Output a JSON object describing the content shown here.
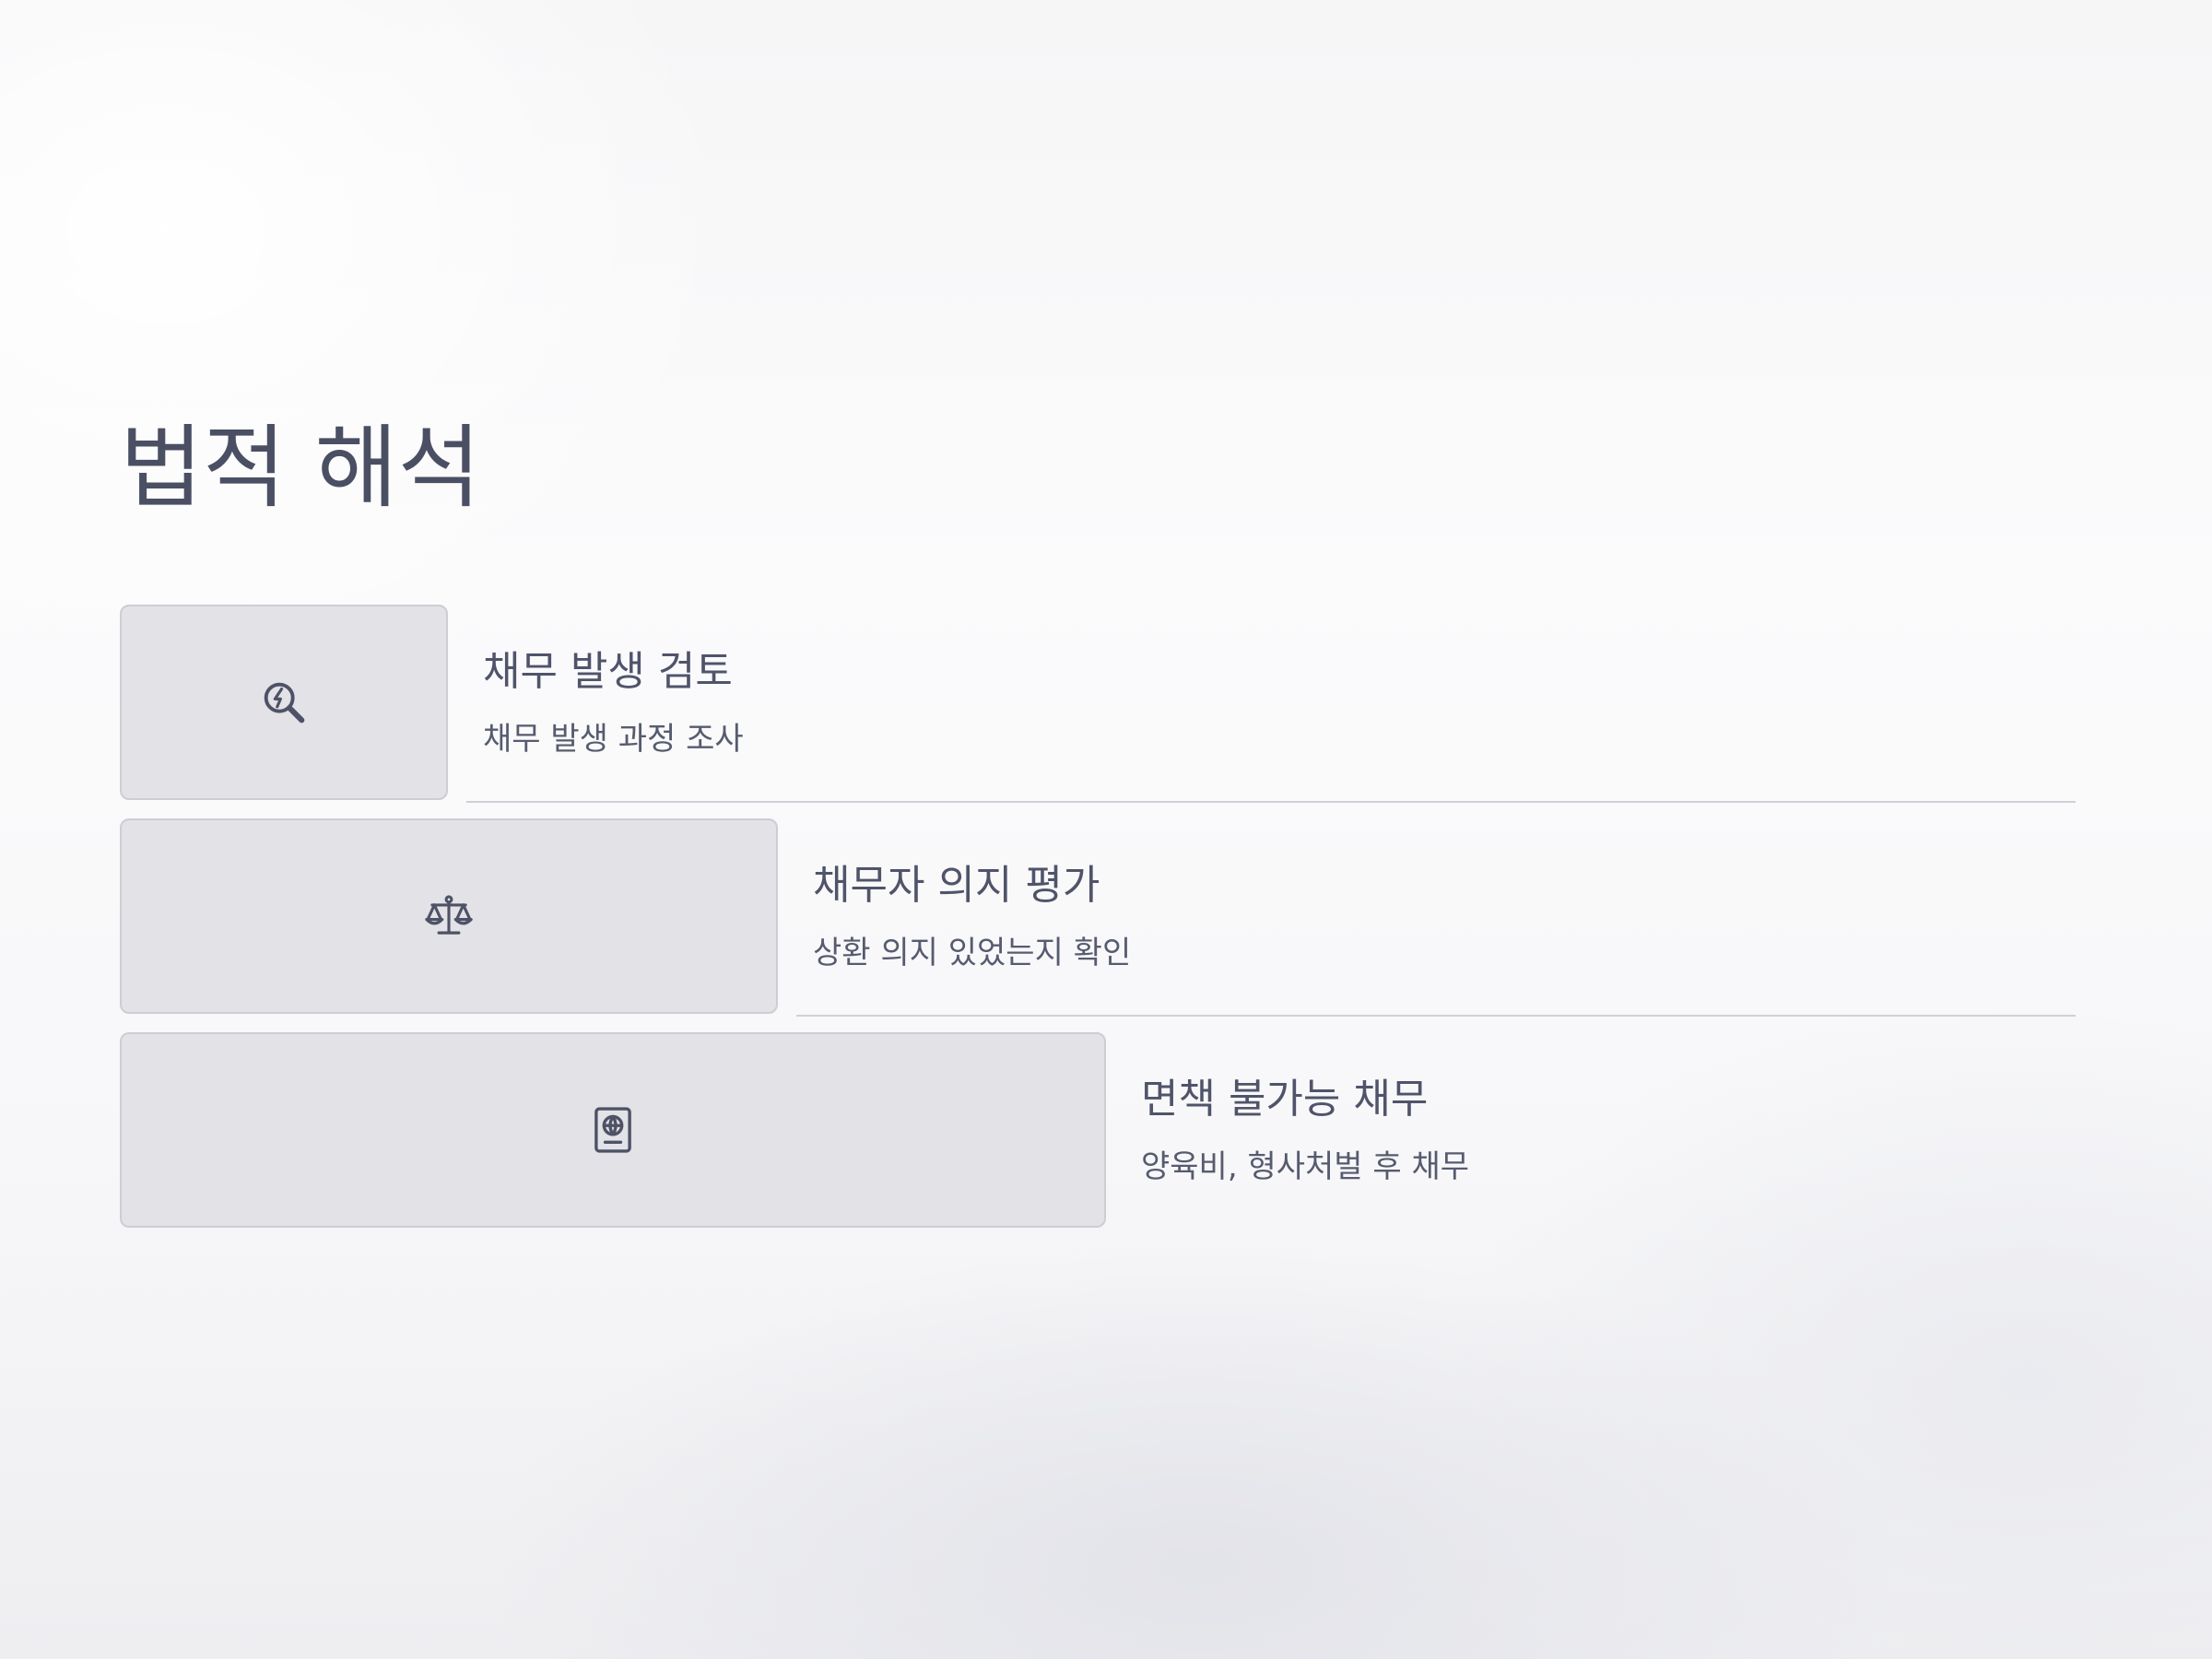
{
  "page": {
    "title": "법적 해석"
  },
  "items": [
    {
      "icon": "search-bolt-icon",
      "title": "채무 발생 검토",
      "description": "채무 발생 과정 조사"
    },
    {
      "icon": "scales-icon",
      "title": "채무자 의지 평가",
      "description": "상환 의지 있었는지 확인"
    },
    {
      "icon": "passport-globe-icon",
      "title": "면책 불가능 채무",
      "description": "양육비, 형사처벌 후 채무"
    }
  ],
  "colors": {
    "text": "#4e5266",
    "box_fill": "#e2e2e7",
    "box_border": "#cdced4",
    "divider": "#cfd0d6"
  }
}
